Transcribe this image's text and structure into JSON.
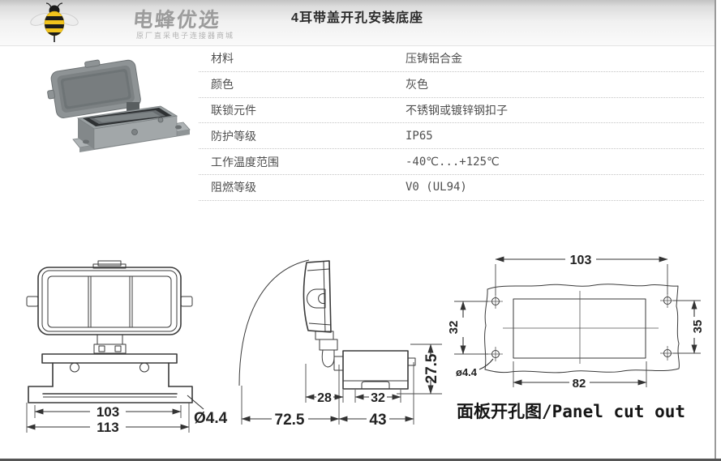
{
  "brand": {
    "logo_text": "电蜂优选",
    "tagline": "原厂直采电子连接器商城",
    "bee_icon": "bee-icon"
  },
  "header": {
    "title": "4耳带盖开孔安装底座"
  },
  "specs": {
    "rows": [
      {
        "label": "材料",
        "value": "压铸铝合金"
      },
      {
        "label": "颜色",
        "value": "灰色"
      },
      {
        "label": "联锁元件",
        "value": "不锈钢或镀锌钢扣子"
      },
      {
        "label": "防护等级",
        "value": "IP65"
      },
      {
        "label": "工作温度范围",
        "value": "-40℃...+125℃"
      },
      {
        "label": "阻燃等级",
        "value": "V0 (UL94)"
      }
    ]
  },
  "drawings": {
    "front_view": {
      "width_inner": "103",
      "width_outer": "113",
      "hole_dia": "Ø4.4"
    },
    "side_view": {
      "hinge_depth": "28",
      "inner_width": "32",
      "open_depth": "72.5",
      "body_depth": "43",
      "height": "27.5"
    },
    "panel_cutout": {
      "hole_spacing_h": "103",
      "hole_spacing_v": "32",
      "cutout_height": "35",
      "cutout_width": "82",
      "hole_dia": "ø4.4",
      "caption": "面板开孔图/Panel cut out"
    }
  },
  "colors": {
    "accent_yellow": "#f2c41d",
    "line": "#3a3a3a",
    "header_gray": "#c2c2c2",
    "product_gray": "#9aa0a2"
  }
}
